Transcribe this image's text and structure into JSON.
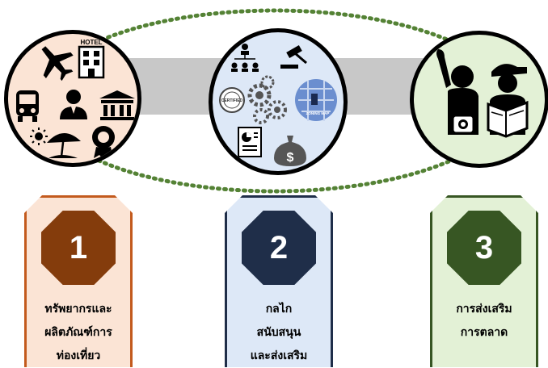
{
  "steps": [
    {
      "number": "1",
      "label": "ทรัพยากรและ\nผลิตภัณฑ์การ\nท่องเที่ยว"
    },
    {
      "number": "2",
      "label": "กลไก\nสนับสนุน\nและส่งเสริม"
    },
    {
      "number": "3",
      "label": "การส่งเสริม\nการตลาด"
    }
  ],
  "icons": {
    "circle1": [
      "airplane-icon",
      "hotel-icon",
      "bus-icon",
      "businessman-icon",
      "bank-icon",
      "sun-icon",
      "beach-umbrella-icon",
      "award-badge-icon"
    ],
    "circle2": [
      "organization-chart-icon",
      "gavel-icon",
      "certified-stamp-icon",
      "gears-icon",
      "zoning-map-icon",
      "report-document-icon",
      "money-bag-icon"
    ],
    "circle3": [
      "tourist-photographer-icon",
      "tourist-map-reader-icon"
    ]
  },
  "icon_text": {
    "hotel": "HOTEL",
    "certified": "CERTIFIED",
    "zoning": "ZONING MAP",
    "dollar": "$"
  },
  "colors": {
    "step1": "#843c0c",
    "step2": "#1f2e49",
    "step3": "#375623",
    "connector": "#c8c8c8",
    "dotted_ellipse": "#548235"
  }
}
